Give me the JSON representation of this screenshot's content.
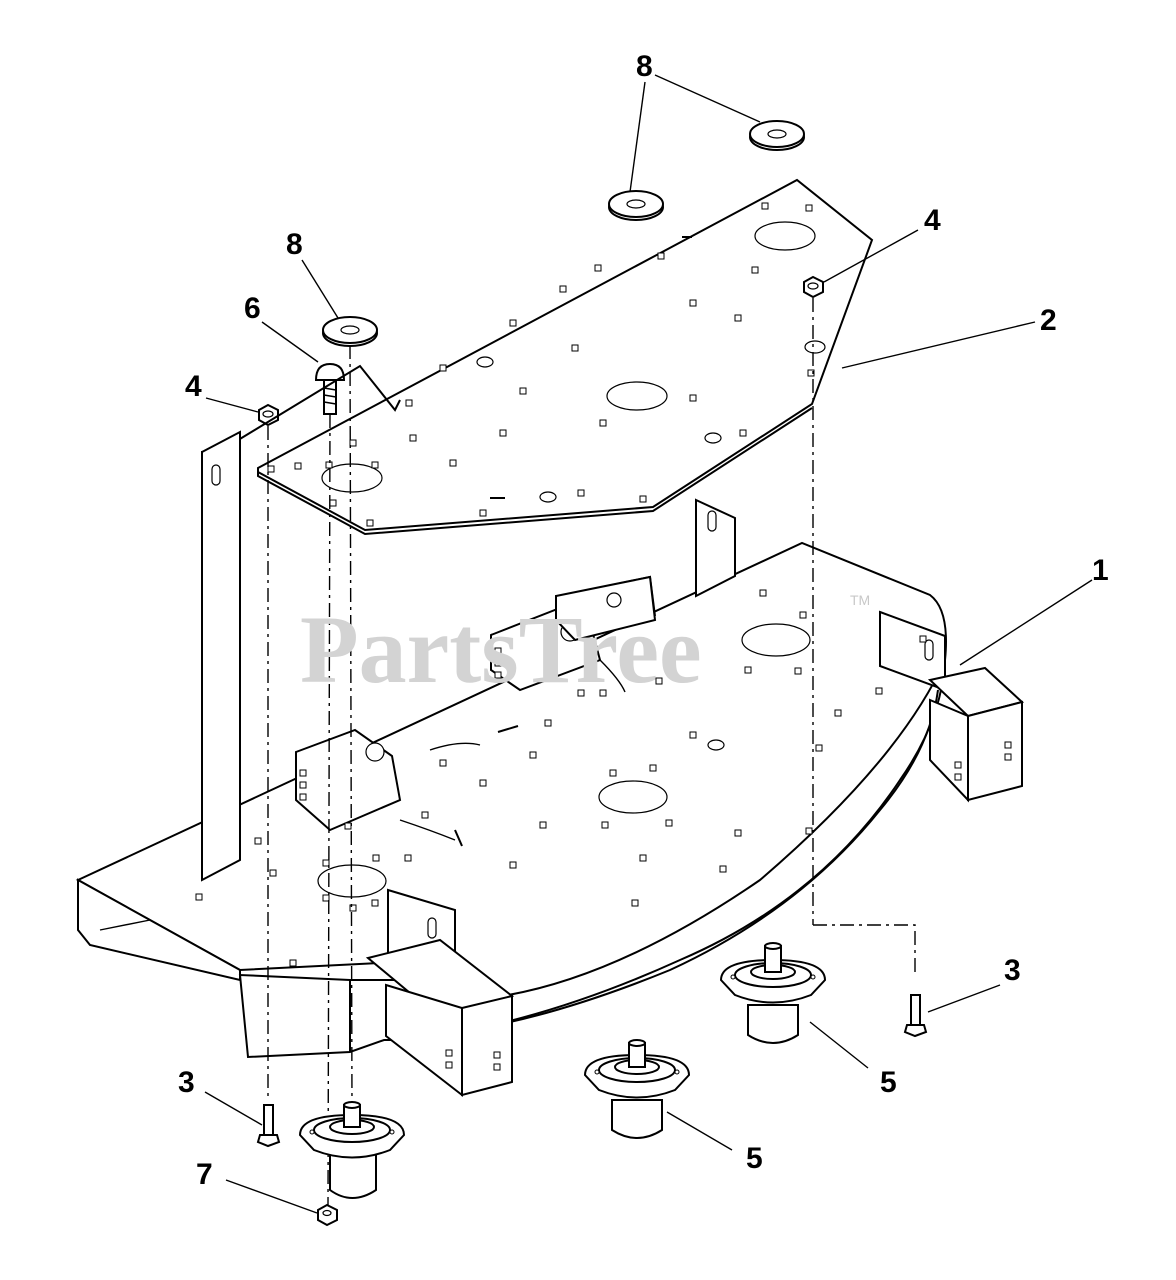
{
  "watermark": {
    "text": "PartsTree",
    "trademark": "TM"
  },
  "callouts": {
    "c1": "1",
    "c2": "2",
    "c3a": "3",
    "c3b": "3",
    "c4a": "4",
    "c4b": "4",
    "c5a": "5",
    "c5b": "5",
    "c6": "6",
    "c7": "7",
    "c8a": "8",
    "c8b": "8"
  }
}
